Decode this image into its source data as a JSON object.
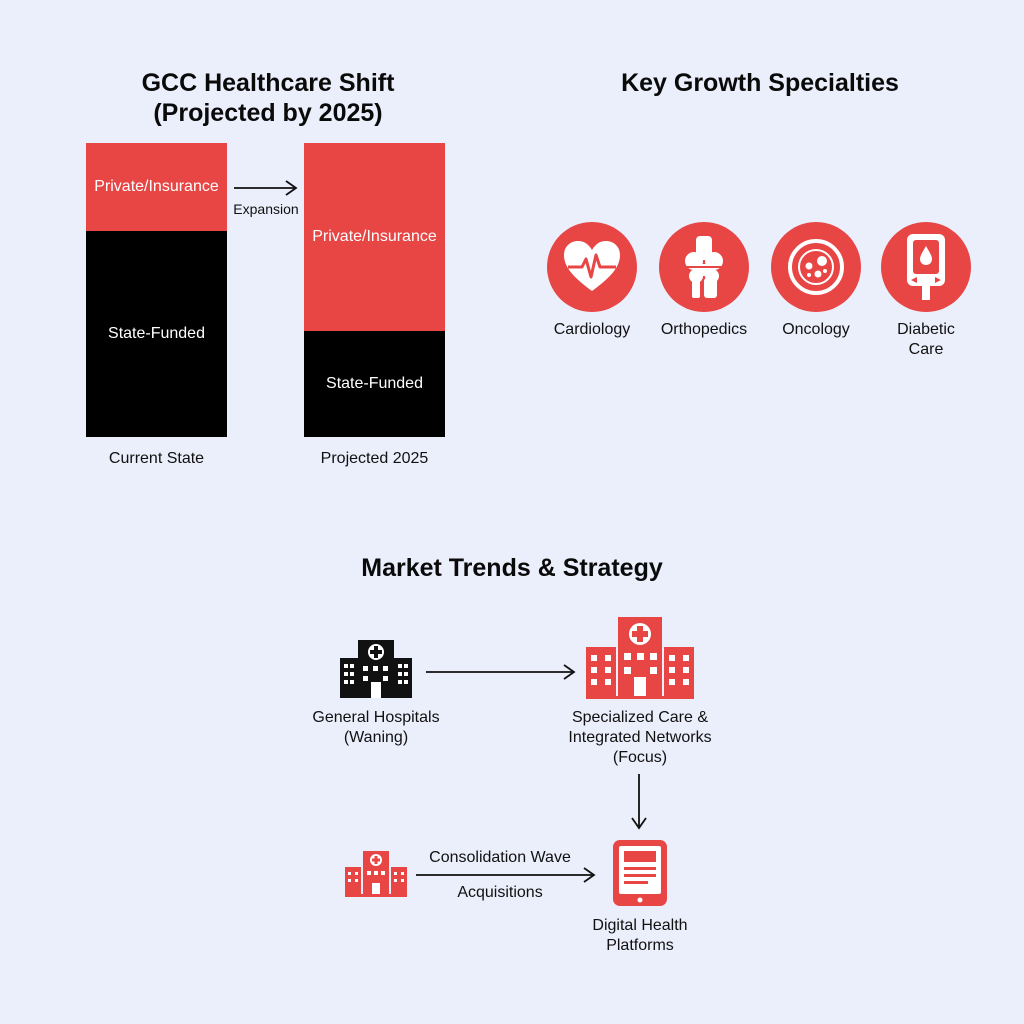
{
  "colors": {
    "accent": "#e84545",
    "dark": "#000000",
    "background": "#ebeefb"
  },
  "chart": {
    "title_line1": "GCC Healthcare Shift",
    "title_line2": "(Projected by 2025)",
    "arrow_label": "Expansion"
  },
  "chart_data": {
    "type": "bar",
    "stacked": true,
    "categories": [
      "Current State",
      "Projected 2025"
    ],
    "series": [
      {
        "name": "Private/Insurance",
        "values": [
          30,
          64
        ]
      },
      {
        "name": "State-Funded",
        "values": [
          70,
          36
        ]
      }
    ],
    "ylim": [
      0,
      100
    ]
  },
  "specialties": {
    "title": "Key Growth Specialties",
    "items": [
      {
        "label": "Cardiology",
        "icon": "heart-pulse-icon"
      },
      {
        "label": "Orthopedics",
        "icon": "bone-joint-icon"
      },
      {
        "label": "Oncology",
        "icon": "cell-icon"
      },
      {
        "label_line1": "Diabetic",
        "label_line2": "Care",
        "icon": "glucose-meter-icon"
      }
    ]
  },
  "trends": {
    "title": "Market Trends & Strategy",
    "general_line1": "General Hospitals",
    "general_line2": "(Waning)",
    "specialized_line1": "Specialized Care &",
    "specialized_line2": "Integrated Networks",
    "specialized_line3": "(Focus)",
    "consolidation": "Consolidation Wave",
    "acquisitions": "Acquisitions",
    "digital_line1": "Digital Health",
    "digital_line2": "Platforms"
  }
}
